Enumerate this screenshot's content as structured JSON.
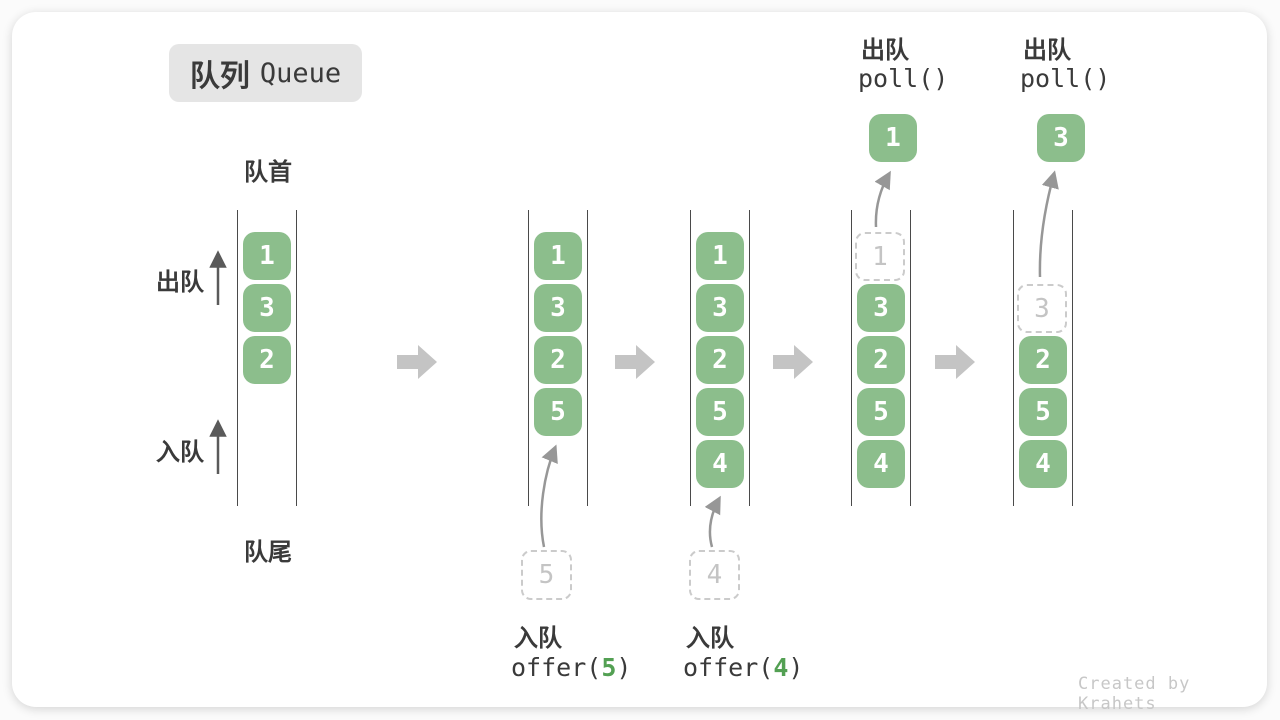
{
  "title": {
    "zh": "队列",
    "en": "Queue"
  },
  "labels": {
    "front": "队首",
    "rear": "队尾",
    "dequeue": "出队",
    "enqueue": "入队"
  },
  "states": [
    {
      "slots": [
        "1",
        "3",
        "2"
      ]
    },
    {
      "slots": [
        "1",
        "3",
        "2",
        "5"
      ],
      "incoming": "5"
    },
    {
      "slots": [
        "1",
        "3",
        "2",
        "5",
        "4"
      ],
      "incoming": "4"
    },
    {
      "slots": [
        "3",
        "2",
        "5",
        "4"
      ],
      "ghost": "1",
      "popped": "1"
    },
    {
      "slots": [
        "2",
        "5",
        "4"
      ],
      "ghost": "3",
      "popped": "3"
    }
  ],
  "operations": {
    "enqueue5": {
      "label": "入队",
      "fn_open": "offer(",
      "arg": "5",
      "fn_close": ")"
    },
    "enqueue4": {
      "label": "入队",
      "fn_open": "offer(",
      "arg": "4",
      "fn_close": ")"
    },
    "poll1": {
      "label": "出队",
      "code": "poll()"
    },
    "poll2": {
      "label": "出队",
      "code": "poll()"
    }
  },
  "watermark": "Created by Krahets",
  "colors": {
    "box_green": "#8cbe8c",
    "code_green": "#53a053",
    "label_dark": "#3a3a3a",
    "queue_line": "#4a4a4a",
    "block_arrow": "#c4c4c4",
    "curve_arrow": "#979797",
    "dashed_border": "#cbcbcb",
    "ghost_text": "#c4c4c4",
    "badge_bg": "#e5e5e5",
    "watermark_gray": "#c7c7c7"
  }
}
